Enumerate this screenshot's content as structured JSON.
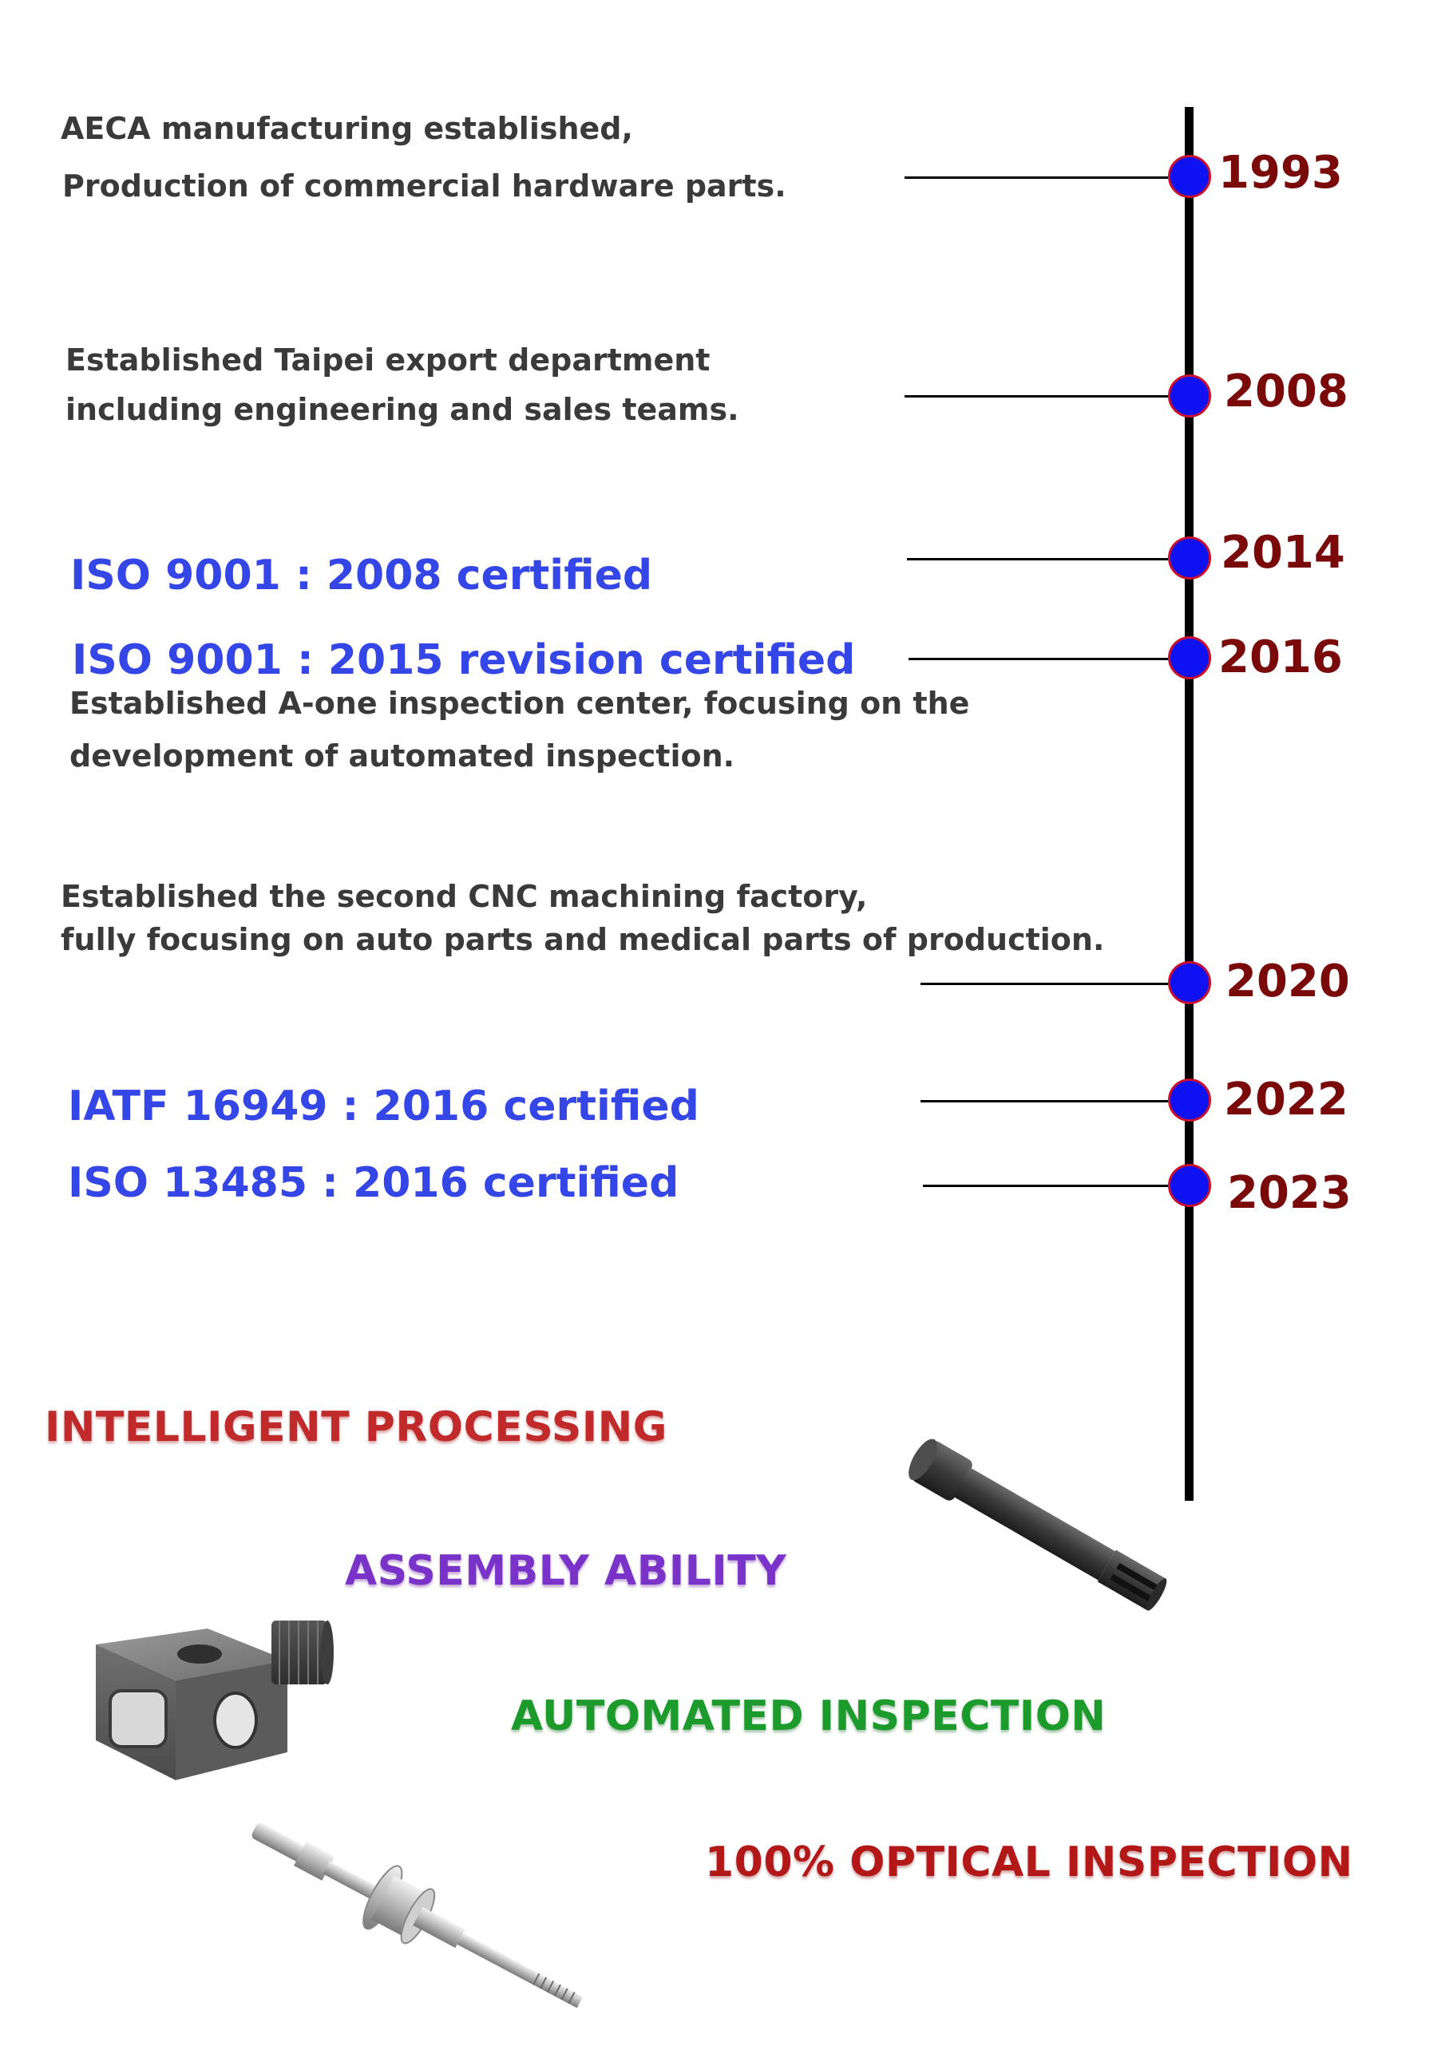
{
  "timeline": [
    {
      "year": "1993",
      "lines": [
        "AECA manufacturing established,",
        "Production of commercial hardware parts."
      ]
    },
    {
      "year": "2008",
      "lines": [
        "Established Taipei export department",
        "including engineering and sales teams."
      ]
    },
    {
      "year": "2014",
      "cert": "ISO 9001 : 2008 certified"
    },
    {
      "year": "2016",
      "cert": "ISO 9001 : 2015 revision certified",
      "lines": [
        "Established A-one inspection center, focusing on the",
        "development of automated inspection."
      ]
    },
    {
      "year": "2020",
      "lines": [
        "Established the second CNC machining factory,",
        "fully focusing on auto parts and medical parts of production."
      ]
    },
    {
      "year": "2022",
      "cert": "IATF 16949 : 2016 certified"
    },
    {
      "year": "2023",
      "cert": "ISO 13485 : 2016 certified"
    }
  ],
  "capabilities": [
    "INTELLIGENT PROCESSING",
    "ASSEMBLY ABILITY",
    "AUTOMATED INSPECTION",
    "100% OPTICAL INSPECTION"
  ],
  "colors": {
    "year_text": "#7a0a0a",
    "dot_fill": "#0f12f0",
    "dot_border": "#c8102e",
    "cert_text": "#3546e6",
    "desc_text": "#3a3a3a"
  }
}
